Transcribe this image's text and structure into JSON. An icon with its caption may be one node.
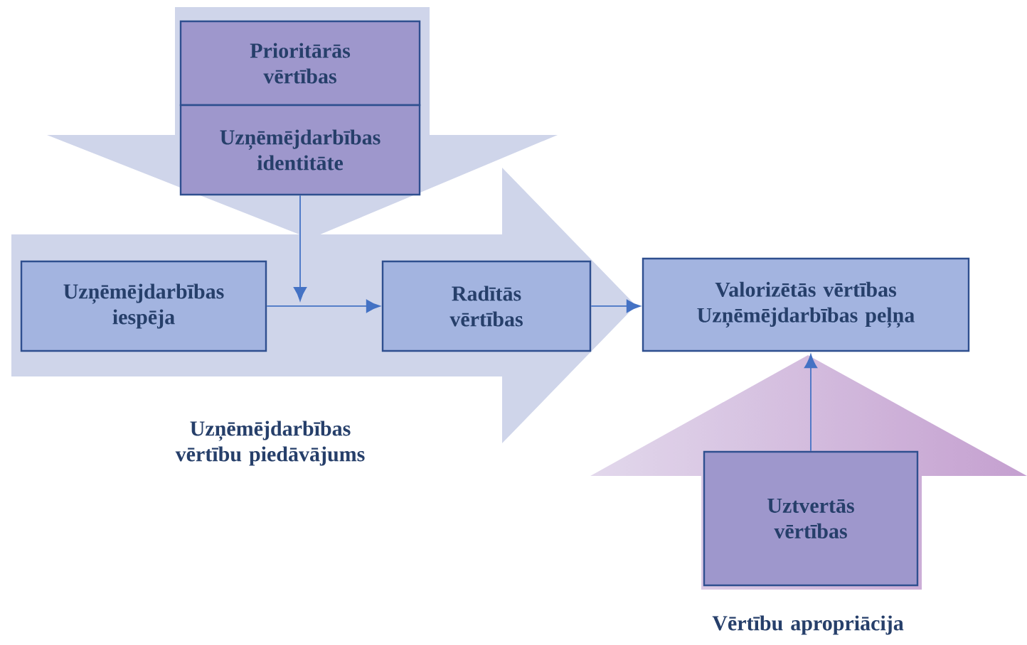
{
  "diagram": {
    "nodes": [
      {
        "text": [],
        "shape": "arrow"
      },
      {
        "text": [
          "Prioritārās vērtības"
        ],
        "in": 0
      },
      {
        "text": [
          "Uzņēmējdarbības identitāte"
        ],
        "in": 0
      },
      {
        "text": [
          "Uzņēmējdarbības vērtību piedāvājums"
        ]
      },
      {
        "text": [
          "Uzņēmējdarbības iespēja"
        ],
        "in": 3
      },
      {
        "text": [
          "Radītās vērtības"
        ],
        "in": 3
      },
      {
        "text": [
          "Valorizētās vērtības",
          "Uzņēmējdarbības peļņa"
        ]
      },
      {
        "text": [
          "Vērtību apropriācija"
        ]
      },
      {
        "text": [
          "Uztvertās vērtības"
        ]
      }
    ],
    "edges": [
      {
        "from": 2,
        "to": null,
        "arrow": "to"
      },
      {
        "from": 4,
        "to": 5,
        "arrow": "to"
      },
      {
        "from": 5,
        "to": 6,
        "arrow": "to"
      },
      {
        "from": 8,
        "to": 6,
        "arrow": "to"
      }
    ]
  }
}
